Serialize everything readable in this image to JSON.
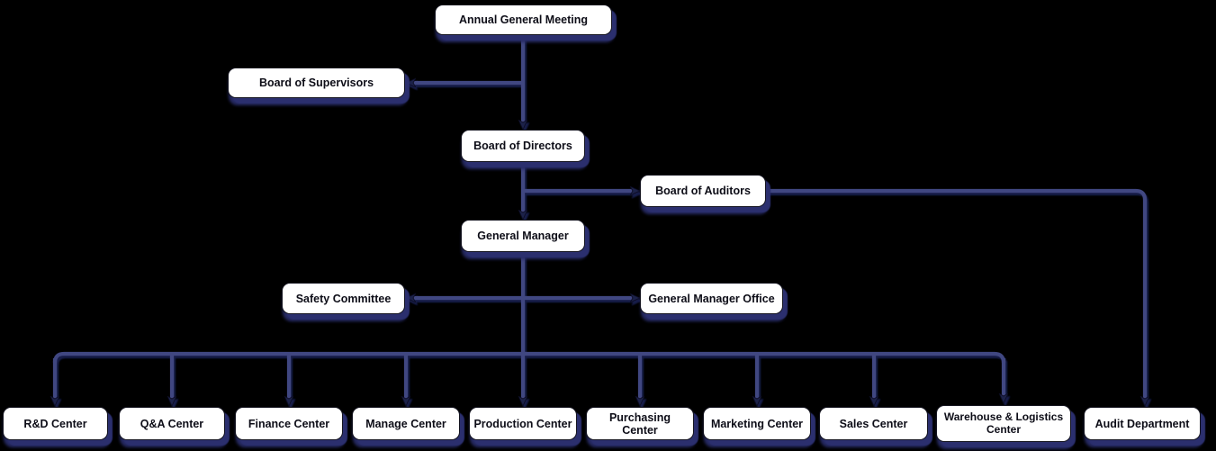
{
  "diagram": {
    "type": "org-chart",
    "nodes": [
      {
        "id": "annual-general-meeting",
        "label": "Annual General Meeting"
      },
      {
        "id": "board-of-supervisors",
        "label": "Board of Supervisors"
      },
      {
        "id": "board-of-directors",
        "label": "Board of Directors"
      },
      {
        "id": "board-of-auditors",
        "label": "Board of Auditors"
      },
      {
        "id": "general-manager",
        "label": "General Manager"
      },
      {
        "id": "safety-committee",
        "label": "Safety Committee"
      },
      {
        "id": "general-manager-office",
        "label": "General Manager Office"
      },
      {
        "id": "rd-center",
        "label": "R&D Center"
      },
      {
        "id": "qa-center",
        "label": "Q&A Center"
      },
      {
        "id": "finance-center",
        "label": "Finance Center"
      },
      {
        "id": "manage-center",
        "label": "Manage Center"
      },
      {
        "id": "production-center",
        "label": "Production Center"
      },
      {
        "id": "purchasing-center",
        "label": "Purchasing Center"
      },
      {
        "id": "marketing-center",
        "label": "Marketing Center"
      },
      {
        "id": "sales-center",
        "label": "Sales Center"
      },
      {
        "id": "warehouse-logistics-center",
        "label": "Warehouse & Logistics Center"
      },
      {
        "id": "audit-department",
        "label": "Audit Department"
      }
    ],
    "edges": [
      {
        "from": "annual-general-meeting",
        "to": "board-of-supervisors"
      },
      {
        "from": "annual-general-meeting",
        "to": "board-of-directors"
      },
      {
        "from": "board-of-directors",
        "to": "board-of-auditors"
      },
      {
        "from": "board-of-directors",
        "to": "general-manager"
      },
      {
        "from": "board-of-auditors",
        "to": "audit-department"
      },
      {
        "from": "general-manager",
        "to": "safety-committee"
      },
      {
        "from": "general-manager",
        "to": "general-manager-office"
      },
      {
        "from": "general-manager",
        "to": "rd-center"
      },
      {
        "from": "general-manager",
        "to": "qa-center"
      },
      {
        "from": "general-manager",
        "to": "finance-center"
      },
      {
        "from": "general-manager",
        "to": "manage-center"
      },
      {
        "from": "general-manager",
        "to": "production-center"
      },
      {
        "from": "general-manager",
        "to": "purchasing-center"
      },
      {
        "from": "general-manager",
        "to": "marketing-center"
      },
      {
        "from": "general-manager",
        "to": "sales-center"
      },
      {
        "from": "general-manager",
        "to": "warehouse-logistics-center"
      }
    ],
    "colors": {
      "background": "#000000",
      "node_fill": "#ffffff",
      "node_border": "#14141f",
      "node_shadow": "#2b2f6e",
      "connector": "#414681",
      "connector_shadow": "#181b4a",
      "arrowhead": "#1e2148",
      "text": "#0d0d17"
    }
  }
}
